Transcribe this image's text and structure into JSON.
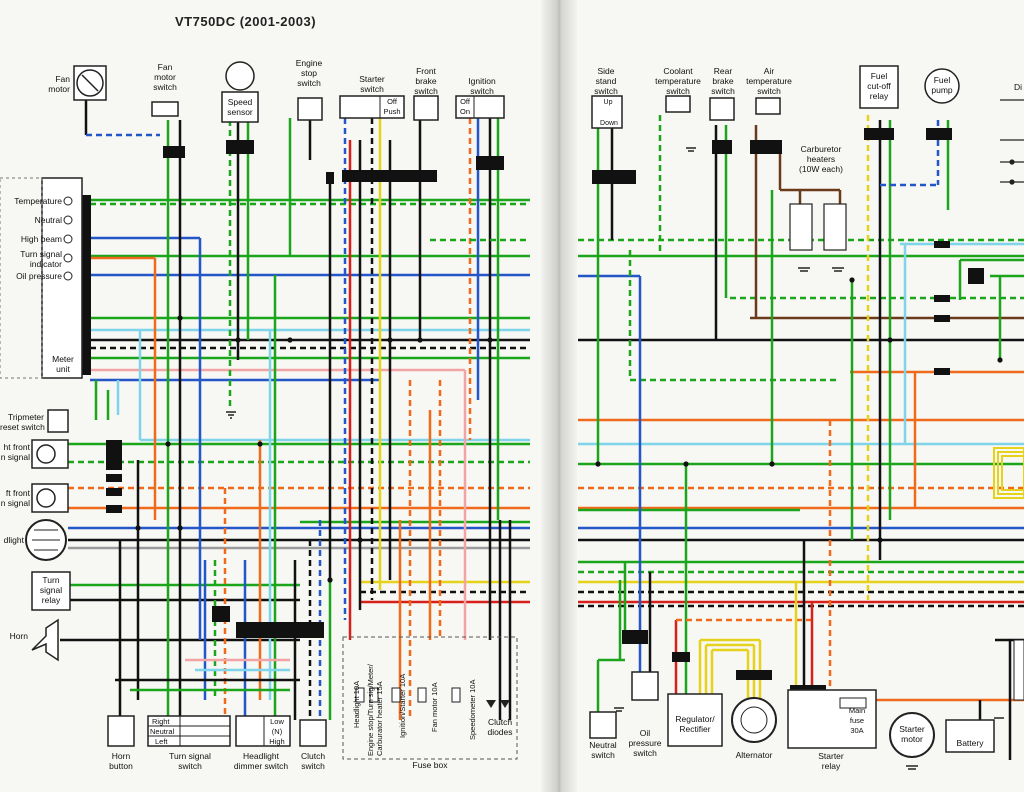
{
  "title": "VT750DC (2001-2003)",
  "components": {
    "fan_motor": "Fan\nmotor",
    "fan_motor_switch": "Fan\nmotor\nswitch",
    "speed_sensor": "Speed\nsensor",
    "engine_stop_switch": "Engine\nstop\nswitch",
    "starter_switch": "Starter\nswitch",
    "starter_switch_positions": [
      "Off",
      "Push"
    ],
    "front_brake_switch": "Front\nbrake\nswitch",
    "ignition_switch": "Ignition\nswitch",
    "ignition_positions": [
      "Off",
      "On"
    ],
    "meter_unit": "Meter\nunit",
    "meter_indicators": [
      "Temperature",
      "Neutral",
      "High beam",
      "Turn signal\nindicator",
      "Oil pressure"
    ],
    "tripmeter_reset_switch": "Tripmeter\nreset switch",
    "right_front_turn_signal": "ht front\nn signal",
    "left_front_turn_signal": "ft front\nn signal",
    "headlight": "dlight",
    "turn_signal_relay": "Turn\nsignal\nrelay",
    "horn": "Horn",
    "horn_button": "Horn\nbutton",
    "turn_signal_switch": "Turn signal\nswitch",
    "turn_signal_positions": [
      "Right",
      "Neutral",
      "Left"
    ],
    "headlight_dimmer_switch": "Headlight\ndimmer switch",
    "dimmer_positions": [
      "Low",
      "(N)",
      "High"
    ],
    "clutch_switch": "Clutch\nswitch",
    "fuse_box": "Fuse box",
    "fuses": [
      "Headlight 10A",
      "Engine stop/Turn sig/Meter/\nCarburator heater 15A",
      "Ignition/Starter 10A",
      "Fan motor 10A",
      "Speedometer 10A"
    ],
    "clutch_diodes": "Clutch\ndiodes",
    "side_stand_switch": "Side\nstand\nswitch",
    "side_stand_positions": [
      "Up",
      "Down"
    ],
    "coolant_temperature_switch": "Coolant\ntemperature\nswitch",
    "rear_brake_switch": "Rear\nbrake\nswitch",
    "air_temperature_switch": "Air\ntemperature\nswitch",
    "carburetor_heaters": "Carburetor\nheaters\n(10W each)",
    "fuel_cutoff_relay": "Fuel\ncut-off\nrelay",
    "fuel_pump": "Fuel\npump",
    "neutral_switch": "Neutral\nswitch",
    "oil_pressure_switch": "Oil\npressure\nswitch",
    "regulator_rectifier": "Regulator/\nRectifier",
    "alternator": "Alternator",
    "starter_relay": "Starter\nrelay",
    "main_fuse": "Main\nfuse\n30A",
    "starter_motor": "Starter\nmotor",
    "battery": "Battery",
    "right_edge_label": "Di"
  },
  "wire_colors": {
    "green": "#1aa51a",
    "green_yellow": "#9bd21a",
    "blue": "#2357c8",
    "light_blue": "#7fd4ea",
    "orange": "#f06a1c",
    "pink": "#f2a3a3",
    "black": "#111111",
    "yellow": "#e6d21a",
    "brown": "#6b3a1a",
    "red": "#d8201a",
    "white": "#ffffff",
    "gray": "#9a9a9a"
  }
}
